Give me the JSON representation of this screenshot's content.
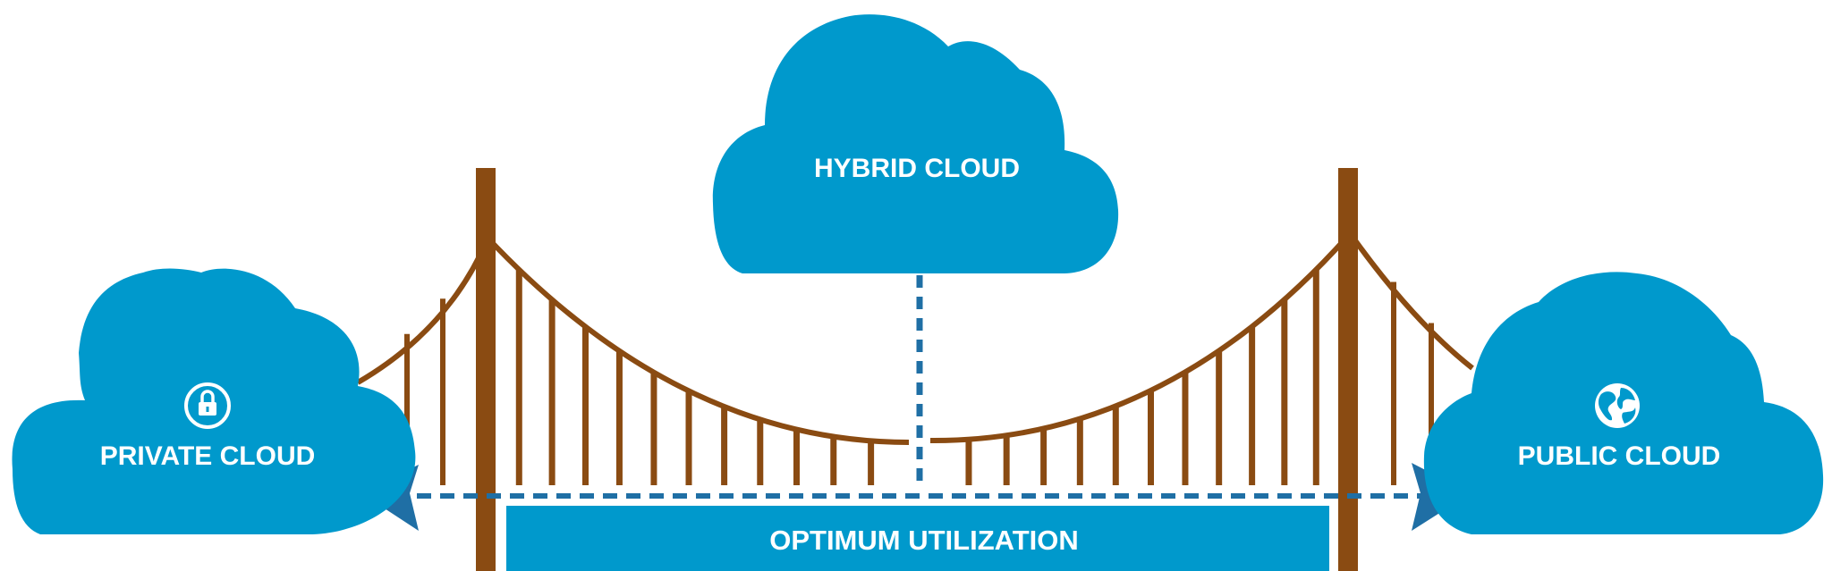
{
  "diagram": {
    "hybrid_label": "HYBRID CLOUD",
    "private_label": "PRIVATE CLOUD",
    "public_label": "PUBLIC CLOUD",
    "banner_label": "OPTIMUM UTILIZATION"
  },
  "icons": {
    "private": "lock-icon",
    "public": "globe-icon"
  },
  "colors": {
    "cloud": "#0099cc",
    "bridge": "#8a4b12",
    "arrow": "#1f6fa5",
    "text": "#ffffff"
  }
}
